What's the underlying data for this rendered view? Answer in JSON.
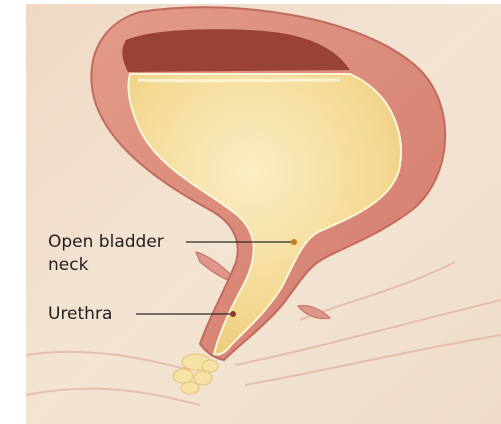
{
  "labels": {
    "bladder_neck_line1": "Open bladder",
    "bladder_neck_line2": "neck",
    "urethra": "Urethra"
  },
  "colors": {
    "page": "#ffffff",
    "background": "#f1e0cd",
    "bladder_wall": "#df8f7f",
    "bladder_wall_dark": "#c76f62",
    "bladder_inner_dark": "#9b4332",
    "urine": "#f4dc9a",
    "urine_light": "#fbeec4",
    "leader_line": "#2a2a2a",
    "text": "#1f1f1f"
  }
}
